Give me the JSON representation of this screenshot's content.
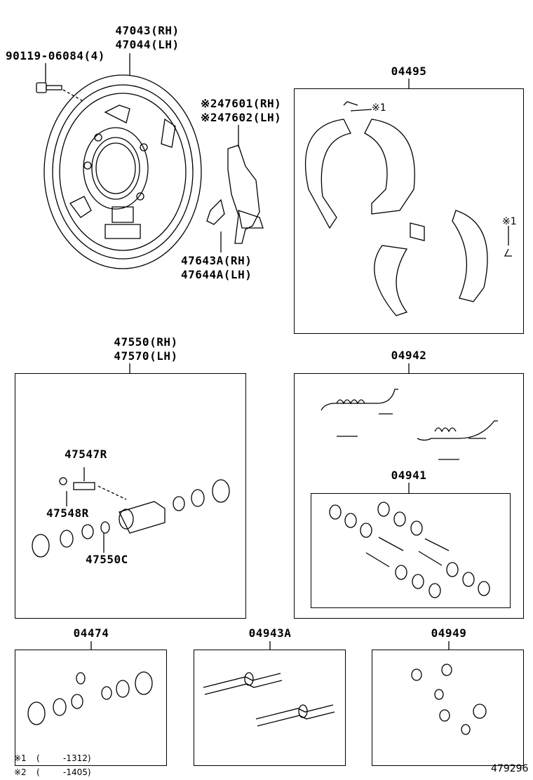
{
  "labels": {
    "p47043": "47043(RH)",
    "p47044": "47044(LH)",
    "p90119": "90119-06084(4)",
    "p47601": "※247601(RH)",
    "p47602": "※247602(LH)",
    "p47643": "47643A(RH)",
    "p47644": "47644A(LH)",
    "p04495": "04495",
    "mark1a": "※1",
    "mark1b": "※1",
    "p47550": "47550(RH)",
    "p47570": "47570(LH)",
    "p47547": "47547R",
    "p47548": "47548R",
    "p47550c": "47550C",
    "p04942": "04942",
    "p04941": "04941",
    "p04474": "04474",
    "p04943": "04943A",
    "p04949": "04949"
  },
  "notes": {
    "n1_mark": "※1",
    "n1_paren": "(",
    "n1_range": "-1312)",
    "n2_mark": "※2",
    "n2_paren": "(",
    "n2_range": "-1405)"
  },
  "figure_id": "479296"
}
